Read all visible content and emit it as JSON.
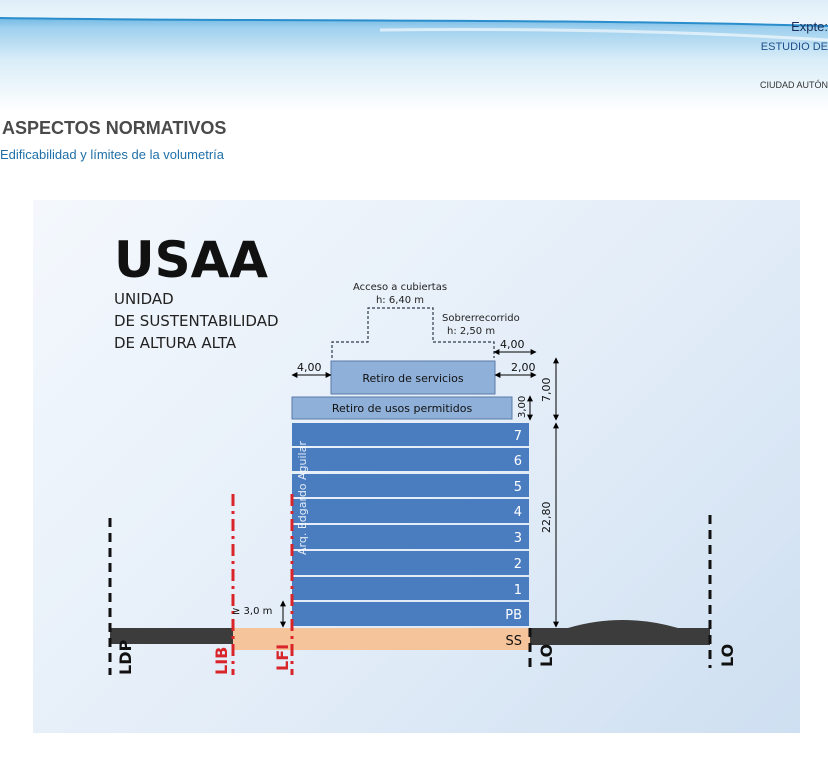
{
  "header": {
    "expte": "Expte:",
    "estudio": "ESTUDIO DE",
    "ciudad": "CIUDAD AUTÓN"
  },
  "page": {
    "title": "ASPECTOS NORMATIVOS",
    "subtitle": "Edificabilidad y límites de la volumetría"
  },
  "diagram": {
    "code": "USAA",
    "name_lines": [
      "UNIDAD",
      "DE SUSTENTABILIDAD",
      "DE ALTURA ALTA"
    ],
    "acceso": {
      "label": "Acceso a cubiertas",
      "height": "h: 6,40 m"
    },
    "sobrerrecorrido": {
      "label": "Sobrerrecorrido",
      "height": "h: 2,50 m"
    },
    "retiro_servicios": "Retiro de servicios",
    "retiro_usos": "Retiro de usos permitidos",
    "floors": [
      "7",
      "6",
      "5",
      "4",
      "3",
      "2",
      "1",
      "PB"
    ],
    "basement": "SS",
    "dimensions": {
      "top_right": "4,00",
      "left_setback": "4,00",
      "right_setback": "2,00",
      "usos_height": "3,00",
      "top_total": "7,00",
      "main_height": "22,80",
      "clearance": "≥ 3,0 m"
    },
    "lines": {
      "ldp": "LDP",
      "lib": "LIB",
      "lfi": "LFI",
      "lo_left": "LO",
      "lo_right": "LO"
    },
    "author": "Arq. Edgardo Aguilar",
    "colors": {
      "floor_fill": "#4a7cc0",
      "setback_fill": "#8fb0d8",
      "basement_fill": "#f6c49a",
      "boundary_red": "#d9242a"
    }
  }
}
